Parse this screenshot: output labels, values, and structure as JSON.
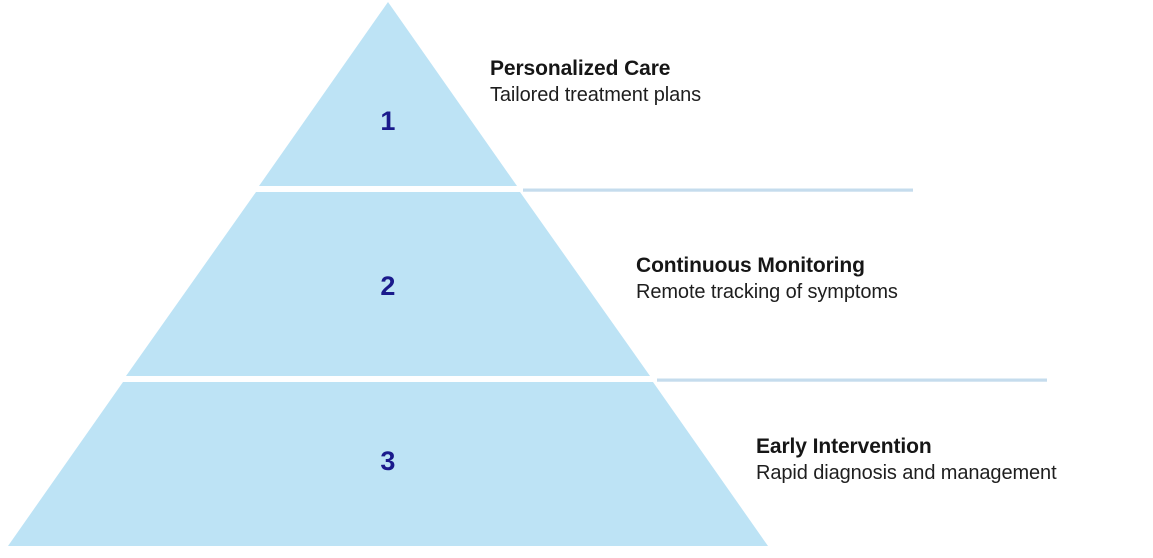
{
  "diagram": {
    "type": "pyramid",
    "colors": {
      "tier_fill": "#bde3f5",
      "connector_line": "#c5dced",
      "number": "#1a1a8c",
      "title_text": "#161616",
      "subtitle_text": "#1e1e1e",
      "background": "#ffffff"
    },
    "tiers": [
      {
        "number": "1",
        "title": "Personalized Care",
        "subtitle": "Tailored treatment plans"
      },
      {
        "number": "2",
        "title": "Continuous Monitoring",
        "subtitle": "Remote tracking of symptoms"
      },
      {
        "number": "3",
        "title": "Early Intervention",
        "subtitle": "Rapid diagnosis and management"
      }
    ]
  }
}
